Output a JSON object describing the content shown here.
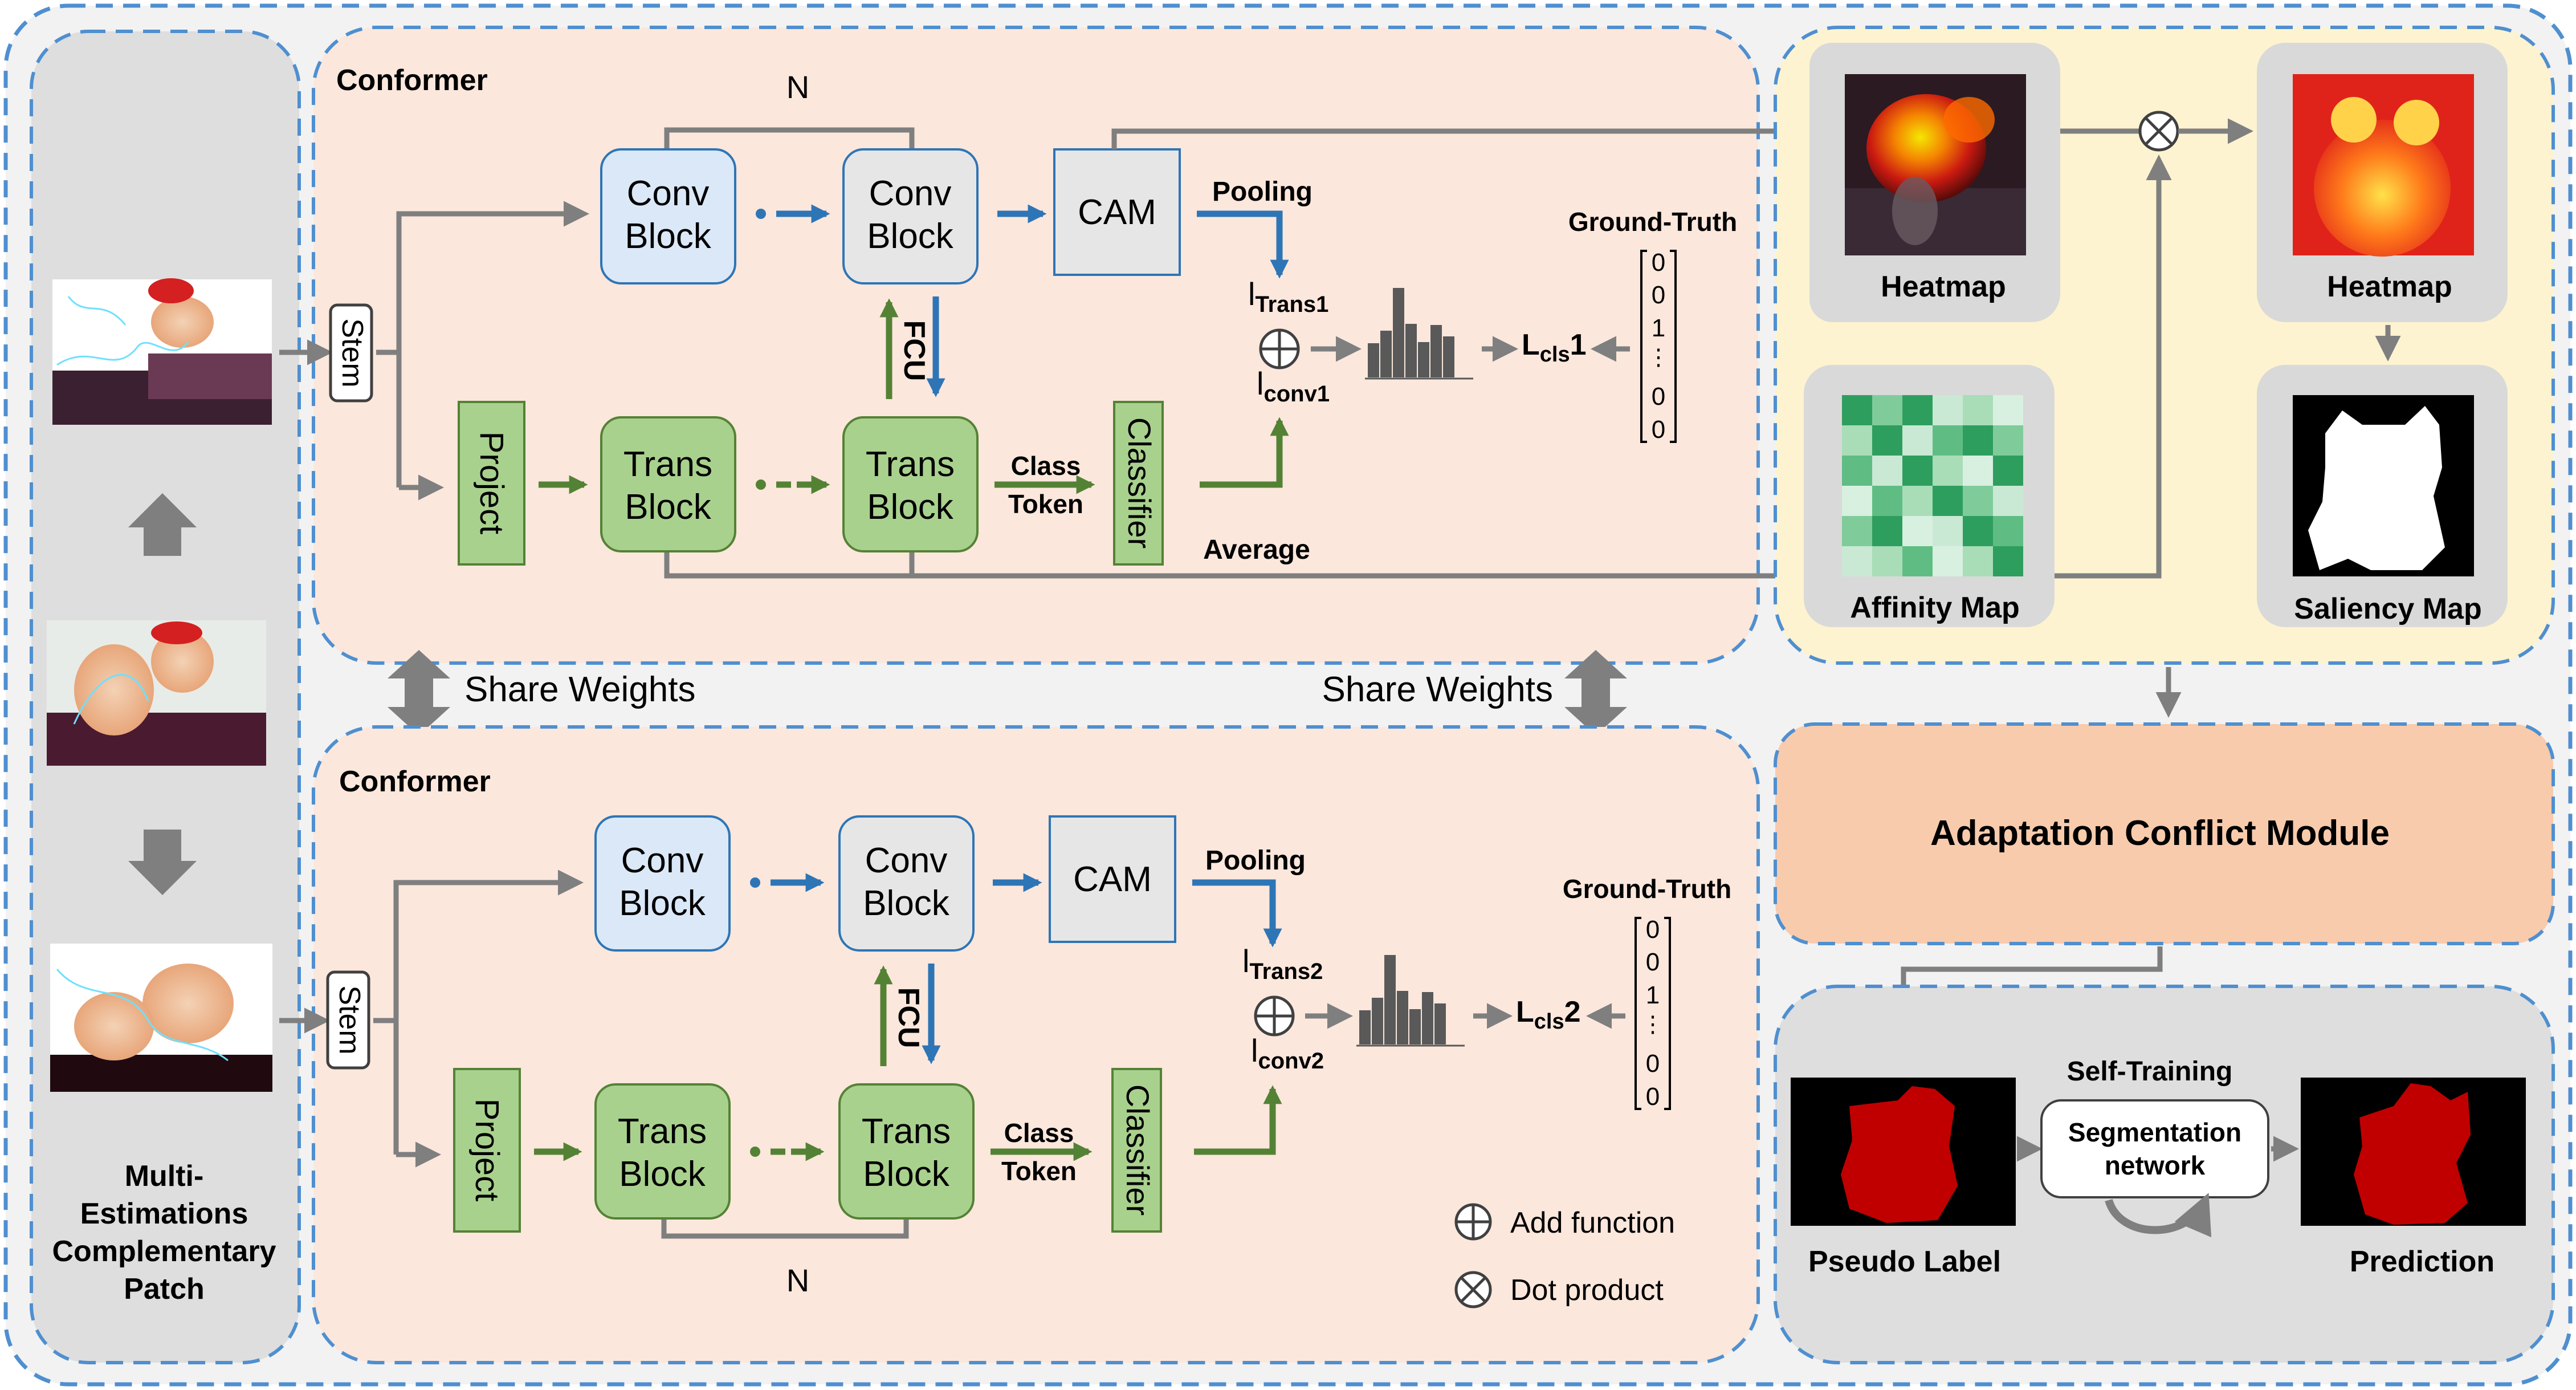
{
  "patch_panel": {
    "title_lines": [
      "Multi-",
      "Estimations",
      "Complementary",
      "Patch"
    ]
  },
  "conformer_top": {
    "title": "Conformer",
    "n_label": "N",
    "stem": "Stem",
    "project": "Project",
    "conv_block": [
      "Conv",
      "Block"
    ],
    "trans_block": [
      "Trans",
      "Block"
    ],
    "fcu": "FCU",
    "cam": "CAM",
    "class_token": [
      "Class",
      "Token"
    ],
    "classifier": "Classifier",
    "pooling": "Pooling",
    "average": "Average",
    "l_trans": {
      "base": "l",
      "sub": "Trans1"
    },
    "l_conv": {
      "base": "l",
      "sub": "conv1"
    },
    "l_cls": {
      "base": "L",
      "sub": "cls",
      "suffix": "1"
    },
    "ground_truth": "Ground-Truth",
    "gt_vector": [
      "0",
      "0",
      "1",
      "⋮",
      "0",
      "0"
    ]
  },
  "share_weights": {
    "left": "Share Weights",
    "right": "Share Weights"
  },
  "conformer_bottom": {
    "title": "Conformer",
    "n_label": "N",
    "stem": "Stem",
    "project": "Project",
    "conv_block": [
      "Conv",
      "Block"
    ],
    "trans_block": [
      "Trans",
      "Block"
    ],
    "fcu": "FCU",
    "cam": "CAM",
    "class_token": [
      "Class",
      "Token"
    ],
    "classifier": "Classifier",
    "pooling": "Pooling",
    "l_trans": {
      "base": "l",
      "sub": "Trans2"
    },
    "l_conv": {
      "base": "l",
      "sub": "conv2"
    },
    "l_cls": {
      "base": "L",
      "sub": "cls",
      "suffix": "2"
    },
    "ground_truth": "Ground-Truth",
    "gt_vector": [
      "0",
      "0",
      "1",
      "⋮",
      "0",
      "0"
    ]
  },
  "maps_panel": {
    "heatmap_1": "Heatmap",
    "heatmap_2": "Heatmap",
    "affinity_map": "Affinity  Map",
    "saliency_map": "Saliency Map"
  },
  "acm": {
    "title": "Adaptation Conflict Module"
  },
  "self_training": {
    "title": "Self-Training",
    "pseudo_label": "Pseudo Label",
    "seg_net": [
      "Segmentation",
      "network"
    ],
    "prediction": "Prediction"
  },
  "legend": {
    "add": "Add  function",
    "dot": "Dot product"
  },
  "colors": {
    "outer_border": "#4f8fd0",
    "panel_gray": "#dedede",
    "conformer_bg": "#fbe7dc",
    "maps_bg": "#fdf3d0",
    "acm_bg": "#f8cbad",
    "blue_arrow": "#2e75b6",
    "green_arrow": "#548235",
    "trans_fill": "#a9d18e",
    "conv_fill": "#e7e6e6",
    "gray_line": "#7f7f7f",
    "mask_red": "#c00000"
  }
}
